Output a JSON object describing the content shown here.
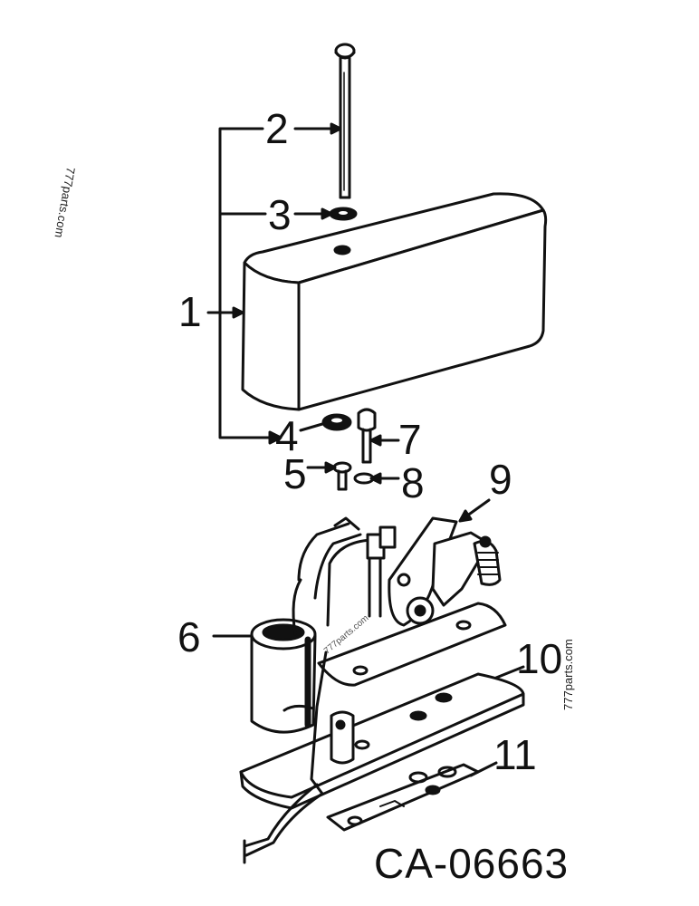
{
  "callouts": [
    "1",
    "2",
    "3",
    "4",
    "5",
    "6",
    "7",
    "8",
    "9",
    "10",
    "11"
  ],
  "drawing_code": "CA-06663",
  "watermarks": [
    "777parts.com",
    "777parts.com",
    "777parts.com"
  ],
  "colors": {
    "ink": "#111111",
    "background": "#ffffff"
  }
}
